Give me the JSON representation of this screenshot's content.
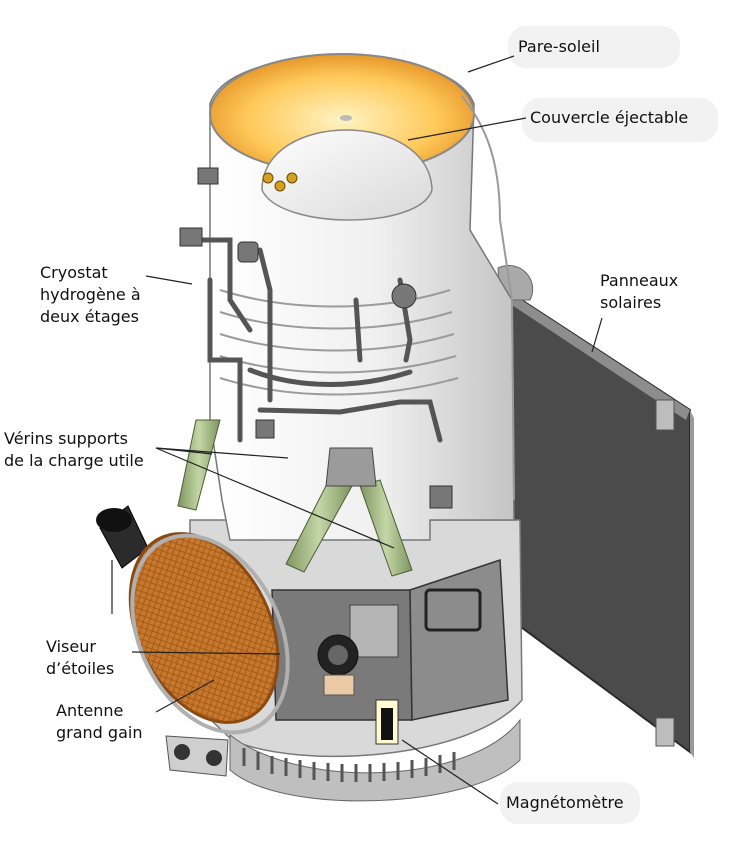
{
  "labels": {
    "sunshield": [
      "Pare-soleil"
    ],
    "cover": [
      "Couvercle éjectable"
    ],
    "cryostat": [
      "Cryostat",
      "hydrogène à",
      "deux étages"
    ],
    "solar": [
      "Panneaux",
      "solaires"
    ],
    "actuators": [
      "Vérins supports",
      "de la charge utile"
    ],
    "startracker": [
      "Viseur",
      "d’étoiles"
    ],
    "antenna": [
      "Antenne",
      "grand gain"
    ],
    "magnetometer": [
      "Magnétomètre"
    ]
  },
  "colors": {
    "sunshield_inner": "#f0a030",
    "sunshield_glow": "#ffe9a8",
    "body_white": "#f4f4f4",
    "body_shadow": "#cfcfcf",
    "panel_dark": "#4d4d4d",
    "antenna_dish": "#c8782c",
    "struts": "#9ab07a",
    "pipes": "#555555"
  }
}
